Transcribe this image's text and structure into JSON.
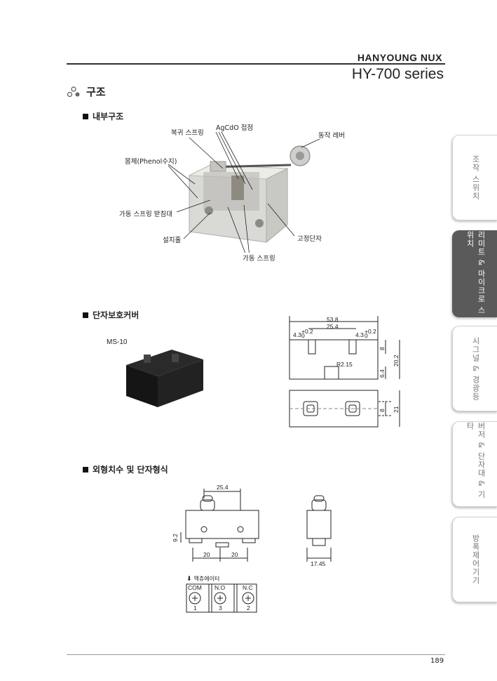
{
  "header": {
    "brand": "HANYOUNG NUX",
    "series": "HY-700 series"
  },
  "section": {
    "title": "구조"
  },
  "internal": {
    "title": "내부구조",
    "labels": {
      "return_spring": "복귀 스프링",
      "contact": "AgCdO  접점",
      "lever": "동작 레버",
      "body": "몸체(Phenol수지)",
      "spring_seat": "가동 스프링 받침대",
      "mount_hole": "설치홀",
      "fixed_terminal": "고정단자",
      "moving_spring": "가동 스프링"
    }
  },
  "cover": {
    "title": "단자보호커버",
    "model": "MS-10",
    "dims": {
      "overall": "53.8",
      "inner": "25.4",
      "slot_left": "4.3",
      "slot_right": "4.3",
      "tol_upper": "+0.2",
      "tol_lower": "0",
      "radius": "R2.15",
      "h8": "8",
      "h64": "6.4",
      "h202": "20.2",
      "bottom_h8": "8",
      "bottom_h21": "21"
    }
  },
  "outline": {
    "title": "외형치수 및 단자형식",
    "dims": {
      "top": "25.4",
      "left": "9.2",
      "pitch1": "20",
      "pitch2": "20",
      "width": "17.45"
    },
    "actuator_note": "액츄에이터",
    "terminals": [
      {
        "label": "COM",
        "num": "1"
      },
      {
        "label": "N.O",
        "num": "3"
      },
      {
        "label": "N.C",
        "num": "2"
      }
    ]
  },
  "tabs": [
    {
      "label": "조작 스위치",
      "active": false
    },
    {
      "label": "리미트 & 마이크로 스위치",
      "active": true
    },
    {
      "label": "시그널 & 경광등",
      "active": false
    },
    {
      "label": "버저 & 단자대 & 기타",
      "active": false
    },
    {
      "label": "방폭제어기기",
      "active": false
    }
  ],
  "footer": {
    "page": "189"
  }
}
